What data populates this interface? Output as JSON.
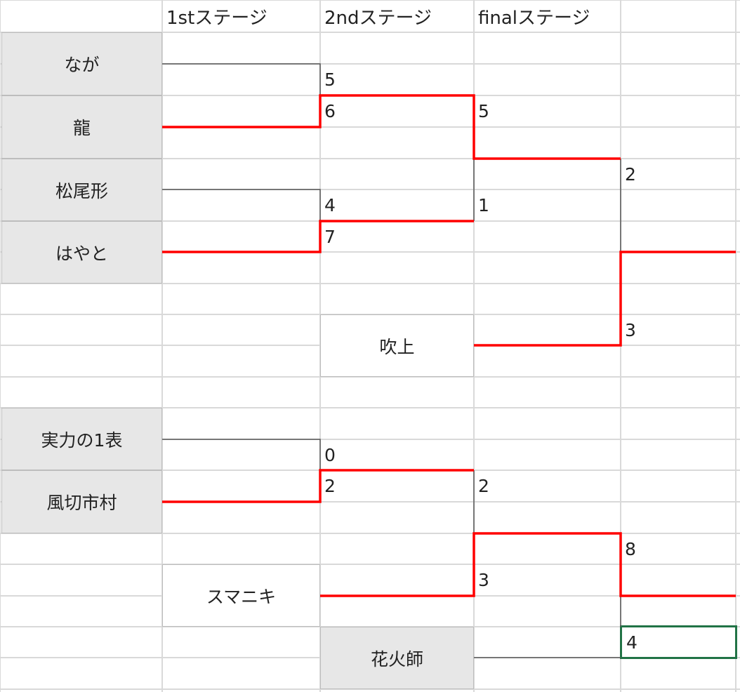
{
  "headers": [
    "1stステージ",
    "2ndステージ",
    "finalステージ"
  ],
  "teams": {
    "naga": "なが",
    "ryu": "龍",
    "matsuo": "松尾形",
    "hayato": "はやと",
    "fukiage": "吹上",
    "jitsuryoku": "実力の1表",
    "kazakiri": "風切市村",
    "sumaniki": "スマニキ",
    "hanabishi": "花火師"
  },
  "scores": {
    "naga": "5",
    "ryu": "6",
    "matsuo": "4",
    "hayato": "7",
    "sf1_top": "5",
    "sf1_bottom": "1",
    "final1_top": "2",
    "final1_bottom": "3",
    "jitsuryoku": "0",
    "kazakiri": "2",
    "sf2_top": "2",
    "sf2_bottom": "3",
    "final2_top": "8",
    "final2_bottom": "4"
  },
  "colors": {
    "winner_line": "#ff0000",
    "line": "#555555",
    "grid": "#d9d9d9",
    "name_fill": "#e7e7e7",
    "selection": "#217346"
  }
}
